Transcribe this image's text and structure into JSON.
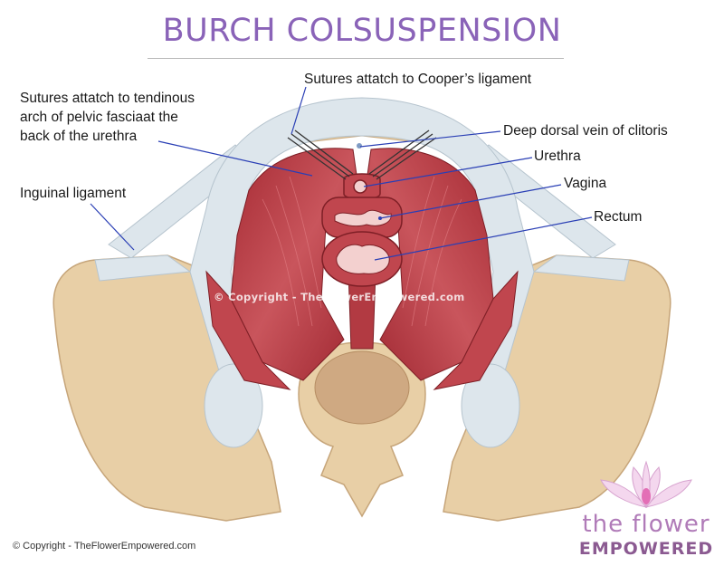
{
  "title": "BURCH COLSUSPENSION",
  "labels": {
    "sutures_cooper": "Sutures attatch to Cooper’s ligament",
    "sutures_arch": [
      "Sutures attatch to tendinous",
      "arch of pelvic fasciaat the",
      "back of the urethra"
    ],
    "inguinal": "Inguinal ligament",
    "deep_vein": "Deep dorsal vein of clitoris",
    "urethra": "Urethra",
    "vagina": "Vagina",
    "rectum": "Rectum"
  },
  "watermark": "© Copyright - TheFlowerEmpowered.com",
  "footer": "© Copyright - TheFlowerEmpowered.com",
  "logo": {
    "line1": "the flower",
    "line2": "EMPOWERED",
    "icon": "lotus-icon"
  },
  "colors": {
    "title": "#8a63b8",
    "bone": "#e8cfa6",
    "ligament": "#dde6ec",
    "muscle": "#b33a40",
    "leader": "#2a3fb5",
    "logo": "#b07bb8"
  }
}
